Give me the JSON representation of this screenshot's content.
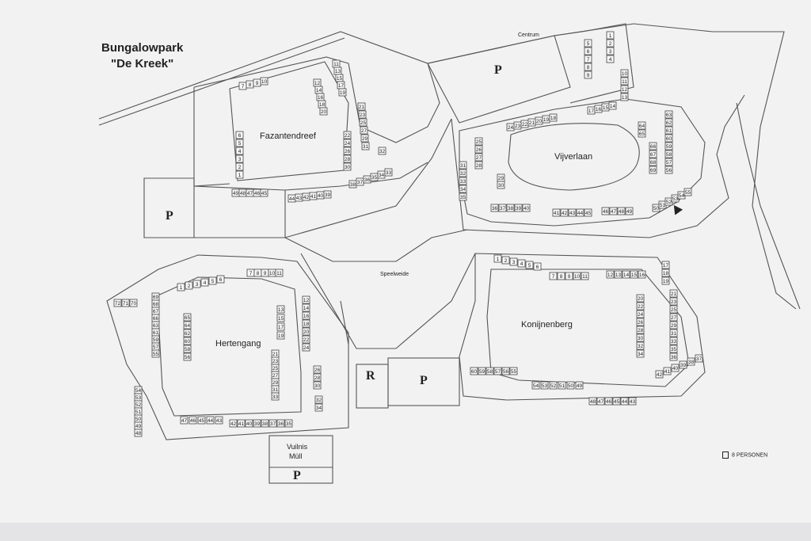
{
  "title": {
    "line1": "Bungalowpark",
    "line2": "\"De Kreek\""
  },
  "areas": {
    "fazantendreef": "Fazantendreef",
    "vijverlaan": "Vijverlaan",
    "hertengang": "Hertengang",
    "konijnenberg": "Konijnenberg",
    "speelweide": "Speelweide",
    "centrum": "Centrum",
    "vuilnis": "Vuilnis",
    "mull": "Müll"
  },
  "parking_label": "P",
  "reception_label": "R",
  "legend": {
    "text": "8 PERSONEN",
    "icon": "bungalow-icon"
  },
  "units": {
    "faz_left": [
      "6",
      "5",
      "4",
      "3",
      "2",
      "1"
    ],
    "faz_top": [
      "7",
      "8",
      "9",
      "10"
    ],
    "faz_col1": [
      "11",
      "13",
      "15",
      "17",
      "19"
    ],
    "faz_col2": [
      "12",
      "14",
      "16",
      "18",
      "20"
    ],
    "faz_col3": [
      "21",
      "23",
      "25",
      "27",
      "29",
      "31"
    ],
    "faz_col4": [
      "22",
      "24",
      "26",
      "28",
      "30"
    ],
    "faz_col5": [
      "32"
    ],
    "faz_bot1": [
      "49",
      "48",
      "47",
      "46",
      "45"
    ],
    "faz_bot2": [
      "44",
      "43",
      "42",
      "41",
      "40",
      "39"
    ],
    "faz_bot3": [
      "38",
      "37",
      "36",
      "35",
      "34",
      "33"
    ],
    "ctr_a": [
      "5",
      "6",
      "7",
      "8",
      "9"
    ],
    "ctr_b": [
      "1",
      "2",
      "3",
      "4"
    ],
    "ctr_c": [
      "10",
      "11",
      "12",
      "13"
    ],
    "ctr_d": [
      "17",
      "16",
      "15",
      "14"
    ],
    "vij_top": [
      "24",
      "23",
      "22",
      "21",
      "20",
      "19",
      "18"
    ],
    "vij_left1": [
      "25",
      "26",
      "27",
      "28"
    ],
    "vij_left2": [
      "31",
      "32",
      "33",
      "34",
      "35"
    ],
    "vij_29": [
      "29",
      "30"
    ],
    "vij_bot": [
      "36",
      "37",
      "38",
      "39",
      "40"
    ],
    "vij_bot2": [
      "41",
      "42",
      "43",
      "44",
      "45"
    ],
    "vij_bot3": [
      "46",
      "47",
      "48",
      "49"
    ],
    "vij_bot4": [
      "50",
      "51",
      "52",
      "53",
      "54",
      "55"
    ],
    "vij_r1": [
      "64",
      "65"
    ],
    "vij_r2": [
      "63",
      "62",
      "61",
      "60",
      "59",
      "58",
      "57",
      "56"
    ],
    "vij_r3": [
      "66",
      "67",
      "68",
      "69"
    ],
    "her_top": [
      "1",
      "2",
      "3",
      "4",
      "5",
      "6"
    ],
    "her_top2": [
      "7",
      "8",
      "9",
      "10",
      "11"
    ],
    "her_c1": [
      "13",
      "15",
      "17",
      "19"
    ],
    "her_c2": [
      "12",
      "14",
      "16",
      "18",
      "20",
      "22",
      "24"
    ],
    "her_c3": [
      "21",
      "23",
      "25",
      "27",
      "29",
      "31",
      "33"
    ],
    "her_c4": [
      "26",
      "28",
      "30"
    ],
    "her_c5": [
      "32",
      "34"
    ],
    "her_left1": [
      "69",
      "68",
      "67",
      "66",
      "63",
      "61",
      "59",
      "57",
      "55"
    ],
    "her_left2": [
      "65",
      "64",
      "62",
      "60",
      "58",
      "56"
    ],
    "her_left3": [
      "72",
      "71",
      "70"
    ],
    "her_sw": [
      "54",
      "53",
      "52",
      "51",
      "50",
      "49",
      "48"
    ],
    "her_bot": [
      "47",
      "46",
      "45",
      "44",
      "43"
    ],
    "her_bot2": [
      "42",
      "41",
      "40",
      "39",
      "38",
      "37",
      "36",
      "35"
    ],
    "kon_top1": [
      "1",
      "2",
      "3",
      "4",
      "5",
      "6"
    ],
    "kon_top2": [
      "7",
      "8",
      "9",
      "10",
      "11"
    ],
    "kon_top3": [
      "12",
      "13",
      "14",
      "15",
      "16"
    ],
    "kon_r1": [
      "17",
      "18",
      "19"
    ],
    "kon_r2": [
      "20",
      "22",
      "24",
      "26",
      "28",
      "30",
      "32",
      "34"
    ],
    "kon_r3": [
      "21",
      "23",
      "25",
      "27",
      "29",
      "31",
      "33",
      "35",
      "36"
    ],
    "kon_bot1": [
      "60",
      "59",
      "58",
      "57",
      "56",
      "55"
    ],
    "kon_bot2": [
      "54",
      "53",
      "52",
      "51",
      "50",
      "49"
    ],
    "kon_bot3": [
      "48",
      "47",
      "46",
      "45",
      "44",
      "43"
    ],
    "kon_bot4": [
      "42",
      "41",
      "40",
      "39",
      "38",
      "37"
    ]
  }
}
